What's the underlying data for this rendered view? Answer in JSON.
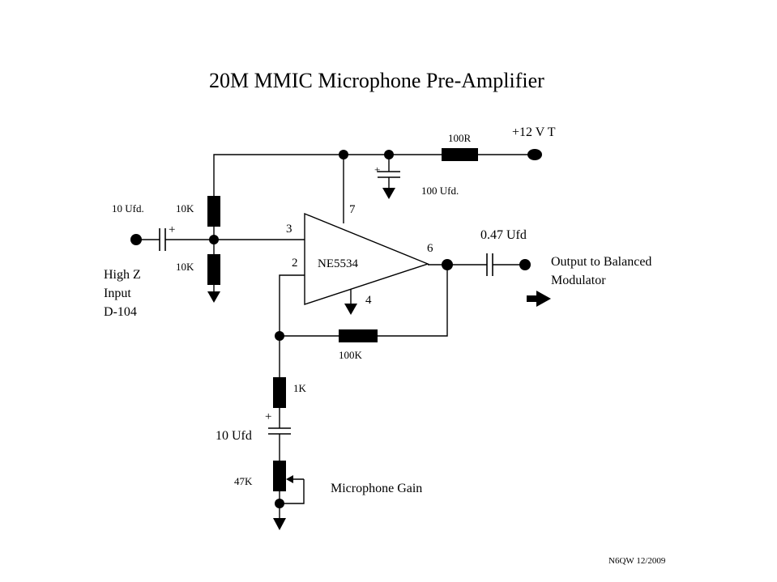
{
  "title": "20M MMIC Microphone Pre-Amplifier",
  "supply": {
    "label": "+12 V T",
    "resistor": "100R",
    "capacitor": "100 Ufd."
  },
  "input": {
    "capacitor": "10 Ufd.",
    "polarity": "+",
    "label_line1": "High Z",
    "label_line2": "Input",
    "label_line3": "D-104"
  },
  "bias": {
    "upper_resistor": "10K",
    "lower_resistor": "10K"
  },
  "opamp": {
    "name": "NE5534",
    "pin_noninverting": "3",
    "pin_inverting": "2",
    "pin_output": "6",
    "pin_supply": "7",
    "pin_ground": "4"
  },
  "feedback": {
    "resistor": "100K",
    "gain_resistor": "1K"
  },
  "gain_network": {
    "capacitor": "10 Ufd",
    "polarity": "+",
    "pot": "47K",
    "pot_label": "Microphone Gain",
    "supply_cap_polarity": "+"
  },
  "output": {
    "capacitor": "0.47 Ufd",
    "label_line1": "Output to Balanced",
    "label_line2": "Modulator"
  },
  "footer": "N6QW 12/2009"
}
